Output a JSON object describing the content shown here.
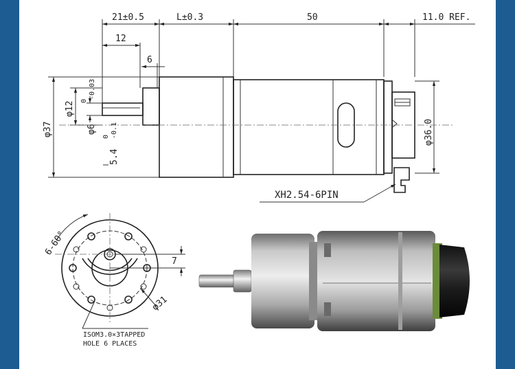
{
  "drawing": {
    "background_color": "#1d5b93",
    "panel_color": "#ffffff",
    "top_dimensions": {
      "shaft_length": "21±0.5",
      "gearbox_length": "L±0.3",
      "motor_length": "50",
      "encoder_length": "11.0 REF.",
      "flat_length": "12",
      "flat_offset": "6"
    },
    "side_dimensions": {
      "gearbox_diameter": "φ37",
      "shaft_pilot": "φ12",
      "shaft_diameter": "φ6",
      "shaft_tol_upper": "0",
      "shaft_tol_lower": "-0.03",
      "flat_depth": "5.4",
      "flat_tol_upper": "0",
      "flat_tol_lower": "-0.1",
      "motor_diameter": "φ36.0"
    },
    "connector_label": "XH2.54-6PIN",
    "front_view": {
      "angle_label": "6-60°",
      "offset_label": "7",
      "bolt_circle": "φ31",
      "note_line1": "ISOM3.0×3TAPPED",
      "note_line2": "HOLE 6 PLACES"
    }
  }
}
